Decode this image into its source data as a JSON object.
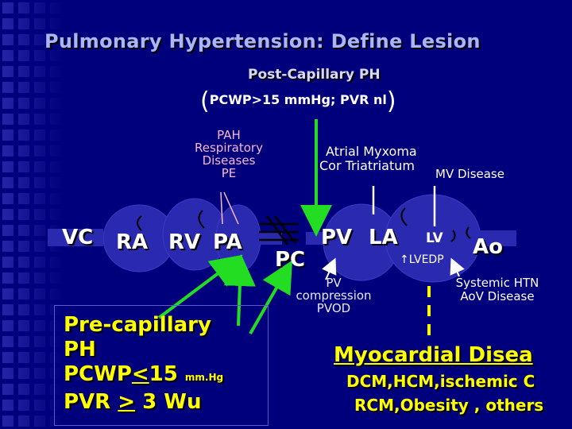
{
  "title": "Pulmonary Hypertension:  Define Lesion",
  "subtitle": "Post-Capillary PH",
  "criteria": {
    "open": "(",
    "text": "PCWP>15 mmHg; PVR nl",
    "close": ")"
  },
  "pah_causes": {
    "line1": "PAH",
    "line2": "Respiratory",
    "line3": "Diseases",
    "line4": "PE"
  },
  "left_causes": {
    "line1": "Atrial Myxoma",
    "line2": "Cor Triatriatum",
    "mv": "MV Disease"
  },
  "nodes": {
    "vc": "VC",
    "ra": "RA",
    "rv": "RV",
    "pa": "PA",
    "pc": "PC",
    "pv": "PV",
    "la": "LA",
    "lv": "LV",
    "ao": "Ao"
  },
  "lvedp": "↑LVEDP",
  "pv_causes": {
    "line1": "PV",
    "line2": "compression",
    "line3": "PVOD"
  },
  "systemic": {
    "line1": "Systemic HTN",
    "line2": "AoV Disease"
  },
  "precap": {
    "line1": "Pre-capillary",
    "line2": "PH",
    "pcwp_prefix": "PCWP",
    "pcwp_op": "<",
    "pcwp_value": "15",
    "pcwp_unit": "mm.Hg",
    "pvr_prefix": "PVR",
    "pvr_op": ">",
    "pvr_value": "3 Wu"
  },
  "myocardial": {
    "title": "Myocardial Disea",
    "line1": "DCM,HCM,ischemic C",
    "line2": "RCM,Obesity , others"
  },
  "colors": {
    "background": "#00007c",
    "title": "#a9b6ff",
    "yellow": "#ffff00",
    "green": "#22dd22",
    "pink": "#f7b8d8",
    "heart_shape": "#2a2ab0"
  }
}
